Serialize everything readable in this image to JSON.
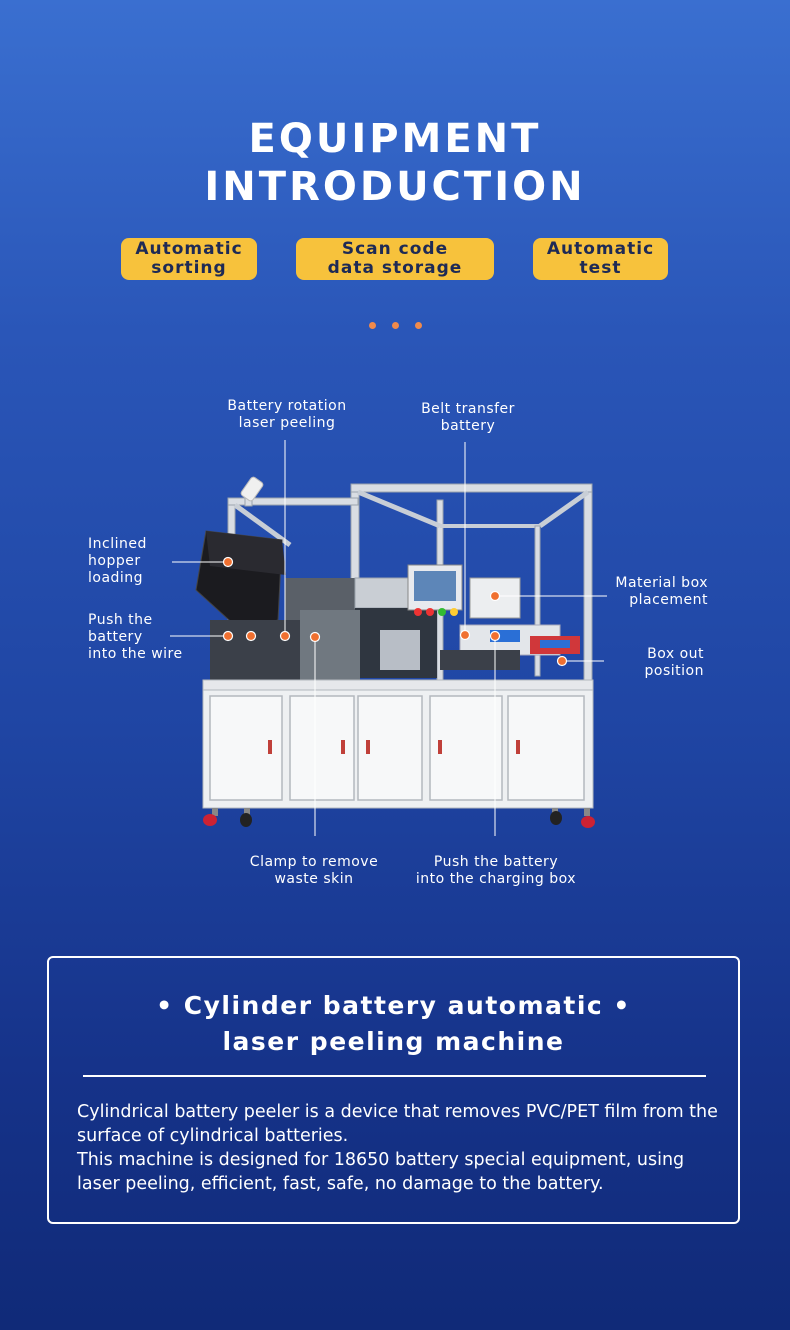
{
  "header": {
    "title_line1": "EQUIPMENT",
    "title_line2": "INTRODUCTION"
  },
  "tags": [
    {
      "line1": "Automatic",
      "line2": "sorting"
    },
    {
      "line1": "Scan code",
      "line2": "data storage"
    },
    {
      "line1": "Automatic",
      "line2": "test"
    }
  ],
  "colors": {
    "tag_background": "#f7c23c",
    "tag_text": "#1e2a55",
    "marker": "#f07030",
    "accent_dots": "#f08a4b"
  },
  "diagram": {
    "labels": {
      "rotation_peeling": "Battery rotation\nlaser peeling",
      "belt_transfer": "Belt transfer\nbattery",
      "inclined_hopper": "Inclined\nhopper\nloading",
      "push_wire": "Push the\nbattery\ninto the wire",
      "material_box": "Material box\nplacement",
      "box_out": "Box out\nposition",
      "clamp_waste": "Clamp to remove\nwaste skin",
      "push_charging": "Push the battery\ninto the charging box"
    }
  },
  "panel": {
    "title_line1": "• Cylinder battery automatic •",
    "title_line2": "laser peeling machine",
    "paragraph1": "Cylindrical battery peeler is a device that removes PVC/PET film from the surface of cylindrical batteries.",
    "paragraph2": "This machine is designed for 18650 battery special equipment, using laser peeling, efficient, fast, safe, no damage to the battery."
  }
}
